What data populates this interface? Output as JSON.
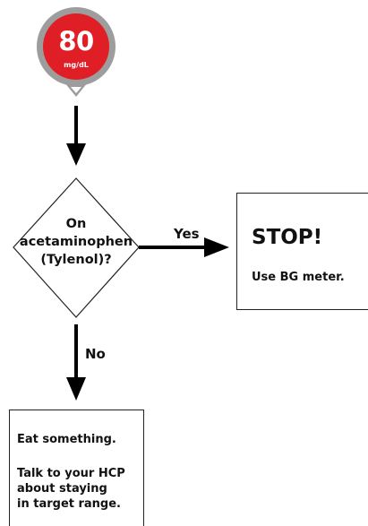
{
  "badge": {
    "value": "80",
    "unit": "mg/dL",
    "colors": {
      "ring": "#9d9d9d",
      "fill": "#e01e26",
      "text": "#ffffff"
    }
  },
  "decision": {
    "lines": [
      "On",
      "acetaminophen",
      "(Tylenol)?"
    ]
  },
  "edges": {
    "yes_label": "Yes",
    "no_label": "No"
  },
  "stop_box": {
    "title": "STOP!",
    "body": "Use BG meter."
  },
  "eat_box": {
    "line1": "Eat something.",
    "line2": "Talk to your HCP",
    "line3": "about staying",
    "line4": "in target range."
  }
}
